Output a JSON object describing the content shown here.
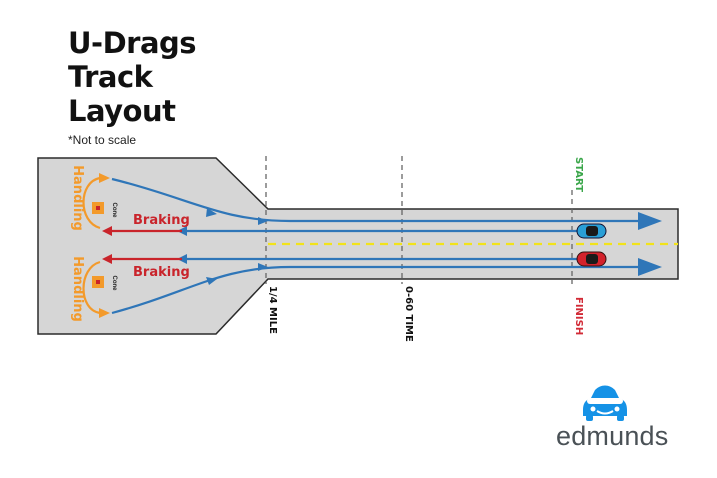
{
  "title": {
    "line1": "U-Drags",
    "line2": "Track",
    "line3": "Layout"
  },
  "note": "*Not to scale",
  "labels": {
    "handling_top": "Handling",
    "handling_bottom": "Handling",
    "cone_top": "Cone",
    "cone_bottom": "Cone",
    "braking_top": "Braking",
    "braking_bottom": "Braking",
    "quarter_mile": "1/4 MILE",
    "zero_sixty": "0-60 TIME",
    "start": "START",
    "finish": "FINISH"
  },
  "colors": {
    "track": "#d6d6d6",
    "outline": "#2b2b2b",
    "path_blue": "#2f76b8",
    "handling_orange": "#f39a2b",
    "braking_red": "#c9242b",
    "start_green": "#3aa64a",
    "finish_red": "#d22a36",
    "center_line": "#f2e31a",
    "car_blue": "#2a9fd6",
    "car_red": "#d3222c",
    "logo_blue": "#1592e6"
  },
  "brand": {
    "name": "edmunds",
    "icon": "car-face-icon"
  }
}
